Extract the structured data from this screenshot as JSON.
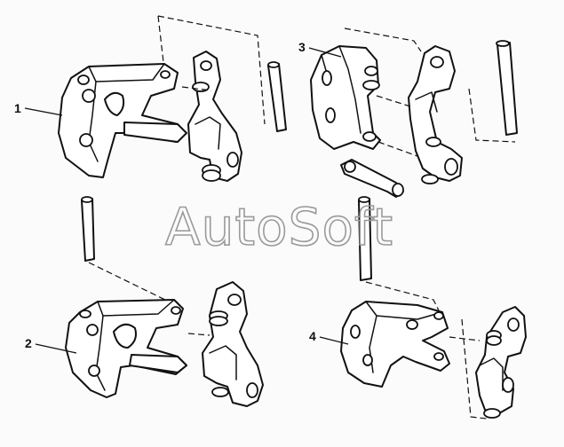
{
  "watermark": "AutoSoft",
  "callouts": [
    {
      "id": "1",
      "label": "1"
    },
    {
      "id": "2",
      "label": "2"
    },
    {
      "id": "3",
      "label": "3"
    },
    {
      "id": "4",
      "label": "4"
    }
  ]
}
